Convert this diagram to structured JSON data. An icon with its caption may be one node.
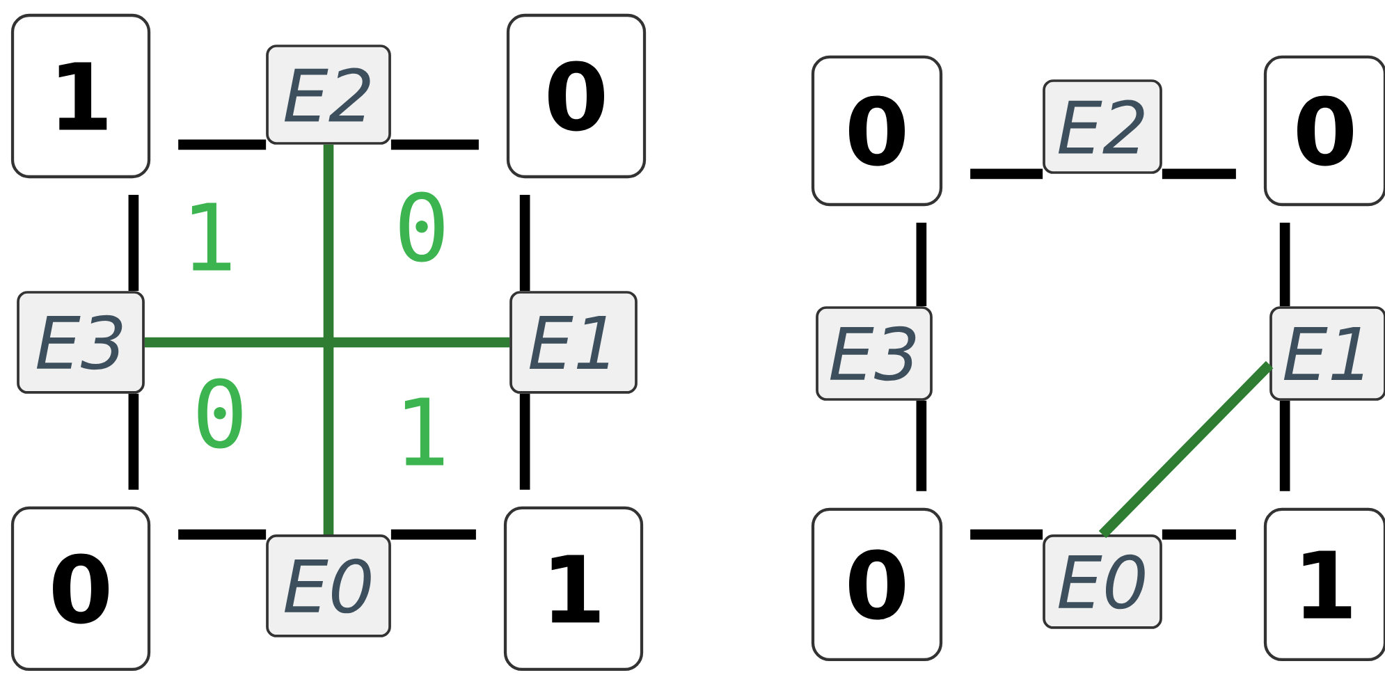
{
  "diagram": {
    "nodes": [
      {
        "text": [
          "1"
        ]
      },
      {
        "text": [
          "E2"
        ]
      },
      {
        "text": [
          "0"
        ]
      },
      {
        "text": [
          "E3"
        ]
      },
      {
        "text": [
          "E1"
        ]
      },
      {
        "text": [
          "0"
        ]
      },
      {
        "text": [
          "E0"
        ]
      },
      {
        "text": [
          "1"
        ]
      },
      {
        "text": [
          "0"
        ]
      },
      {
        "text": [
          "E2"
        ]
      },
      {
        "text": [
          "0"
        ]
      },
      {
        "text": [
          "E3"
        ]
      },
      {
        "text": [
          "E1"
        ]
      },
      {
        "text": [
          "0"
        ]
      },
      {
        "text": [
          "E0"
        ]
      },
      {
        "text": [
          "1"
        ]
      }
    ],
    "edges": [
      {
        "from": 0,
        "to": 1,
        "arrow": "none"
      },
      {
        "from": 1,
        "to": 2,
        "arrow": "none"
      },
      {
        "from": 0,
        "to": 3,
        "arrow": "none"
      },
      {
        "from": 3,
        "to": 5,
        "arrow": "none"
      },
      {
        "from": 2,
        "to": 4,
        "arrow": "none"
      },
      {
        "from": 4,
        "to": 7,
        "arrow": "none"
      },
      {
        "from": 5,
        "to": 6,
        "arrow": "none"
      },
      {
        "from": 6,
        "to": 7,
        "arrow": "none"
      },
      {
        "from": 1,
        "to": 6,
        "arrow": "none",
        "color": "#2e7d32"
      },
      {
        "from": 3,
        "to": 4,
        "arrow": "none",
        "color": "#2e7d32"
      },
      {
        "from": 8,
        "to": 9,
        "arrow": "none"
      },
      {
        "from": 9,
        "to": 10,
        "arrow": "none"
      },
      {
        "from": 8,
        "to": 11,
        "arrow": "none"
      },
      {
        "from": 11,
        "to": 13,
        "arrow": "none"
      },
      {
        "from": 10,
        "to": 12,
        "arrow": "none"
      },
      {
        "from": 12,
        "to": 15,
        "arrow": "none"
      },
      {
        "from": 13,
        "to": 14,
        "arrow": "none"
      },
      {
        "from": 14,
        "to": 15,
        "arrow": "none"
      },
      {
        "from": 14,
        "to": 12,
        "arrow": "none",
        "color": "#2e7d32"
      }
    ],
    "labels": [
      "1",
      "0",
      "0",
      "1"
    ]
  }
}
